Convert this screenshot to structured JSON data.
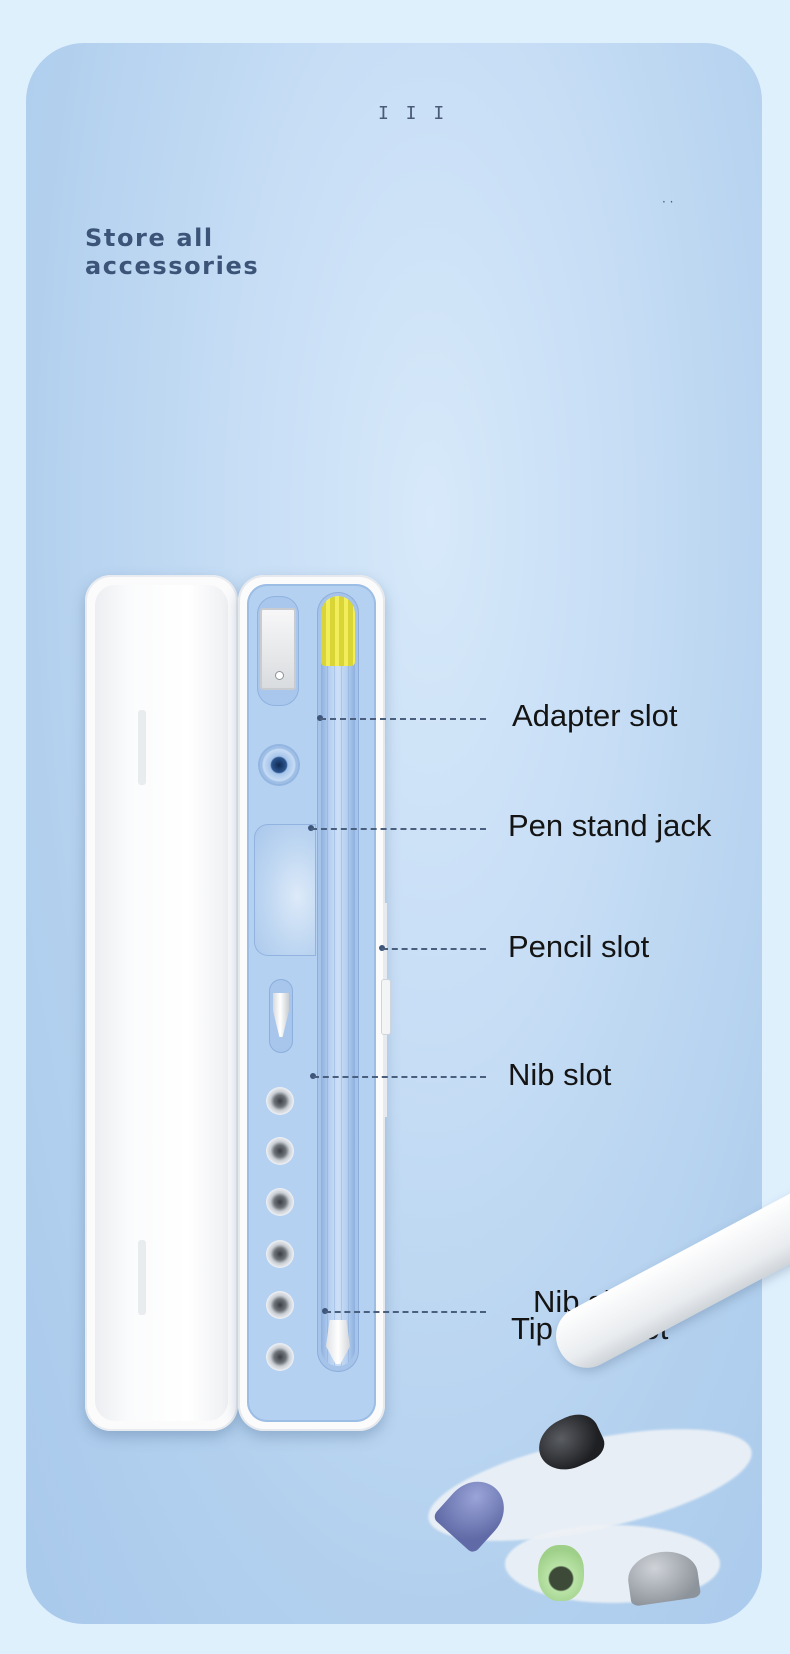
{
  "header": {
    "marks": "I I I",
    "small_marks": "· ·",
    "headline_line1": "Store all",
    "headline_line2": "accessories"
  },
  "callouts": [
    {
      "id": "adapter",
      "label": "Adapter slot"
    },
    {
      "id": "jack",
      "label": "Pen stand jack"
    },
    {
      "id": "pencil",
      "label": "Pencil slot"
    },
    {
      "id": "nib",
      "label": "Nib slot"
    },
    {
      "id": "tip",
      "label": "Nib slot/",
      "label2": "Tip cap slot"
    }
  ],
  "colors": {
    "background": "#dff0fd",
    "card": "#c6ddf5",
    "tray": "#b5d1f1",
    "pencil_cap": "#f2ee5b",
    "headline": "#3b5478"
  }
}
